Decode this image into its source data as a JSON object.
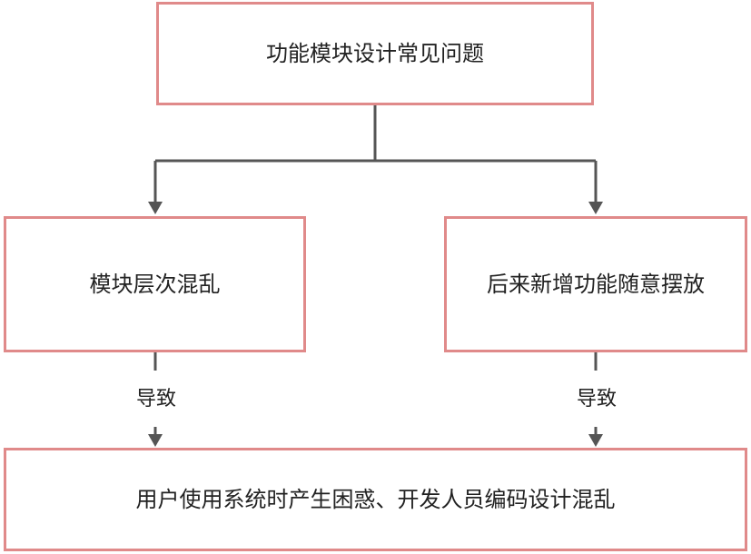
{
  "diagram": {
    "root": {
      "label": "功能模块设计常见问题"
    },
    "causes": [
      {
        "label": "模块层次混乱"
      },
      {
        "label": "后来新增功能随意摆放"
      }
    ],
    "edge_labels": [
      "导致",
      "导致"
    ],
    "result": {
      "label": "用户使用系统时产生困惑、开发人员编码设计混乱"
    },
    "colors": {
      "node_border": "#e08a8a",
      "connector": "#555555",
      "text": "#222222"
    }
  }
}
